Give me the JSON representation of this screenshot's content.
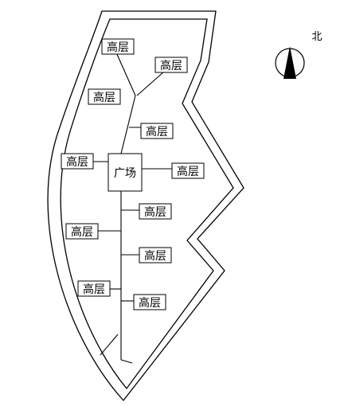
{
  "compass": {
    "label": "北"
  },
  "plaza": {
    "label": "广场"
  },
  "buildings": [
    {
      "label": "高层"
    },
    {
      "label": "高层"
    },
    {
      "label": "高层"
    },
    {
      "label": "高层"
    },
    {
      "label": "高层"
    },
    {
      "label": "高层"
    },
    {
      "label": "高层"
    },
    {
      "label": "高层"
    },
    {
      "label": "高层"
    },
    {
      "label": "高层"
    },
    {
      "label": "高层"
    }
  ]
}
